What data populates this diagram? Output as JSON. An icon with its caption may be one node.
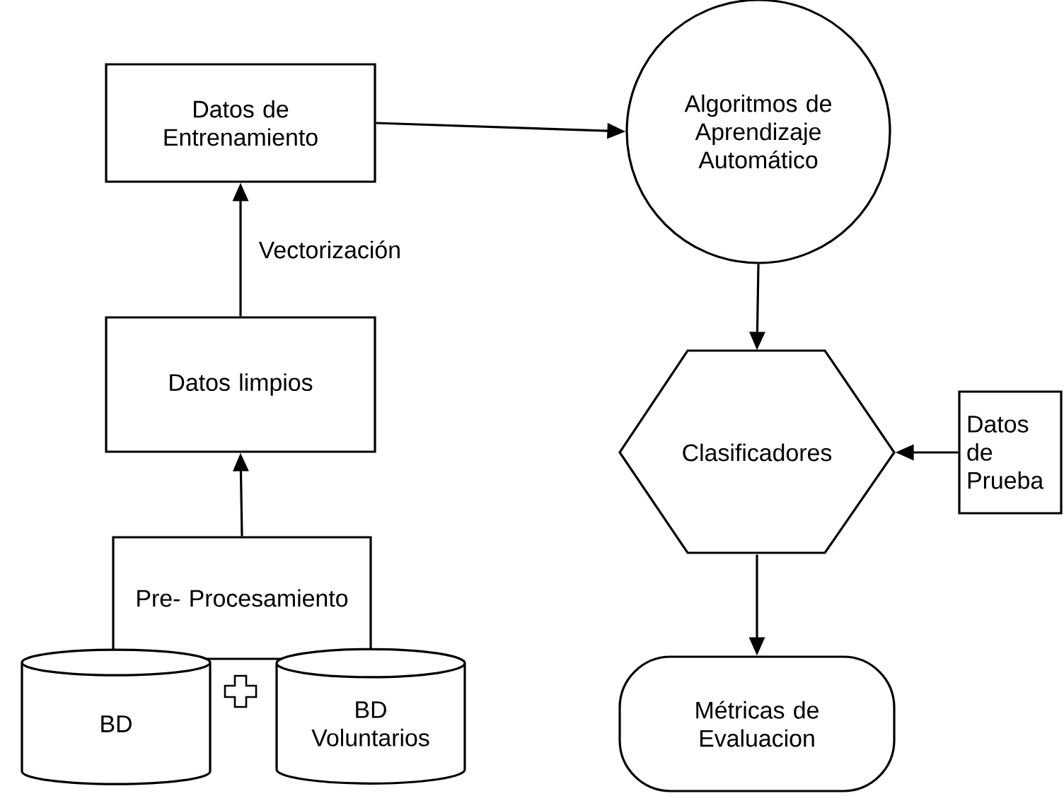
{
  "diagram": {
    "nodes": [
      {
        "text": [
          "Datos de Entrenamiento"
        ]
      },
      {
        "text": [
          "Algoritmos de Aprendizaje Automático"
        ]
      },
      {
        "text": [
          "Datos limpios"
        ]
      },
      {
        "text": [
          "Pre- Procesamiento"
        ]
      },
      {
        "text": [
          "BD"
        ]
      },
      {
        "text": [
          "BD Voluntarios"
        ]
      },
      {
        "text": [
          "Clasificadores"
        ]
      },
      {
        "text": [
          "Datos de Prueba"
        ]
      },
      {
        "text": [
          "Métricas de Evaluacion"
        ]
      }
    ],
    "edges": [
      {
        "from": 3,
        "to": 2,
        "arrow": "to"
      },
      {
        "from": 2,
        "to": 0,
        "arrow": "to",
        "label": "Vectorización"
      },
      {
        "from": 0,
        "to": 1,
        "arrow": "to"
      },
      {
        "from": 1,
        "to": 6,
        "arrow": "to"
      },
      {
        "from": 7,
        "to": 6,
        "arrow": "to"
      },
      {
        "from": 6,
        "to": 8,
        "arrow": "to"
      }
    ]
  }
}
